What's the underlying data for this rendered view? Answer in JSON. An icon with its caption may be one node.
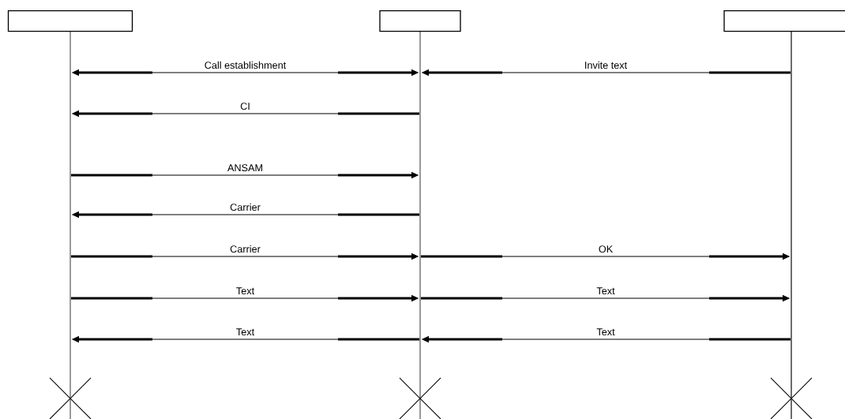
{
  "diagram": {
    "nodes": [
      {
        "text": [],
        "shape": "box"
      },
      {
        "text": [],
        "shape": "box"
      },
      {
        "text": [],
        "shape": "box"
      },
      {
        "text": [],
        "shape": "bar"
      },
      {
        "text": [],
        "shape": "bar"
      },
      {
        "text": [],
        "shape": "bar"
      }
    ],
    "edges": [
      {
        "from": 3,
        "to": 4,
        "arrow": "both",
        "label": "Call establishment"
      },
      {
        "from": 5,
        "to": 4,
        "arrow": "to",
        "label": "Invite text"
      },
      {
        "from": 4,
        "to": 3,
        "arrow": "to",
        "label": "CI"
      },
      {
        "from": 3,
        "to": 4,
        "arrow": "to",
        "label": "ANSAM"
      },
      {
        "from": 4,
        "to": 3,
        "arrow": "to",
        "label": "Carrier"
      },
      {
        "from": 3,
        "to": 4,
        "arrow": "to",
        "label": "Carrier"
      },
      {
        "from": 4,
        "to": 5,
        "arrow": "to",
        "label": "OK"
      },
      {
        "from": 3,
        "to": 4,
        "arrow": "to",
        "label": "Text"
      },
      {
        "from": 4,
        "to": 5,
        "arrow": "to",
        "label": "Text"
      },
      {
        "from": 4,
        "to": 3,
        "arrow": "to",
        "label": "Text"
      },
      {
        "from": 5,
        "to": 4,
        "arrow": "to",
        "label": "Text"
      }
    ]
  }
}
